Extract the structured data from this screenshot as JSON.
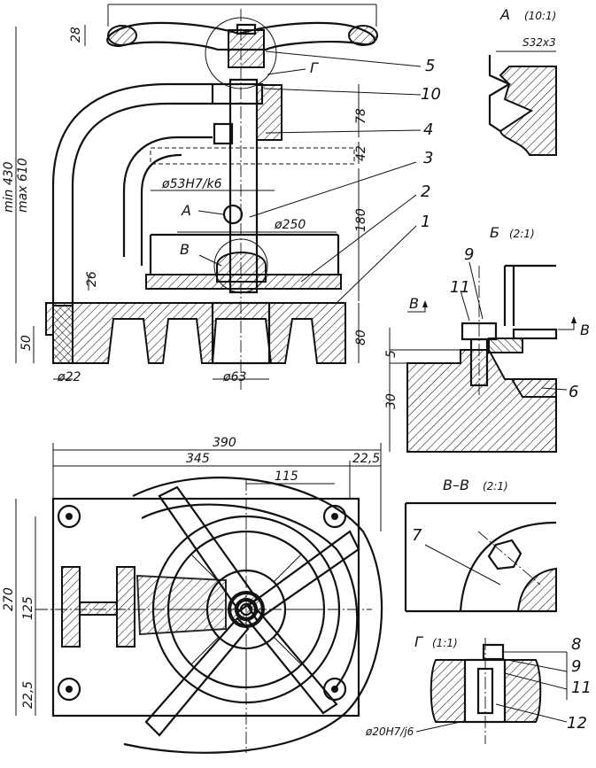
{
  "callouts": {
    "p1": "1",
    "p2": "2",
    "p3": "3",
    "p4": "4",
    "p5": "5",
    "p6": "6",
    "p7": "7",
    "p8": "8",
    "p9": "9",
    "p10": "10",
    "p11": "11",
    "p12": "12",
    "p9b": "9",
    "p11b": "11"
  },
  "views": {
    "a_letter": "А",
    "a_scale": "(10:1)",
    "b_letter": "Б",
    "b_scale": "(2:1)",
    "vv_letter": "В–В",
    "vv_scale": "(2:1)",
    "g_letter": "Г",
    "g_scale": "(1:1)",
    "a_marker": "А",
    "v_marker": "В",
    "g_marker": "Г",
    "cut_left": "В",
    "cut_right": "В"
  },
  "dimensions": {
    "d28": "28",
    "d_min": "min 430",
    "d_max": "max 610",
    "d78": "78",
    "d42": "42",
    "d180": "180",
    "d_fit53": "ø53H7/k6",
    "d_phi250": "ø250",
    "d26": "26",
    "d50": "50",
    "d80": "80",
    "d_phi22": "ø22",
    "d_phi63": "ø63",
    "d_thread": "S32x3",
    "d5": "5",
    "d30": "30",
    "d390": "390",
    "d345": "345",
    "d22_5a": "22,5",
    "d115": "115",
    "d270": "270",
    "d125": "125",
    "d22_5b": "22,5",
    "d_fit20": "ø20H7/j6"
  }
}
